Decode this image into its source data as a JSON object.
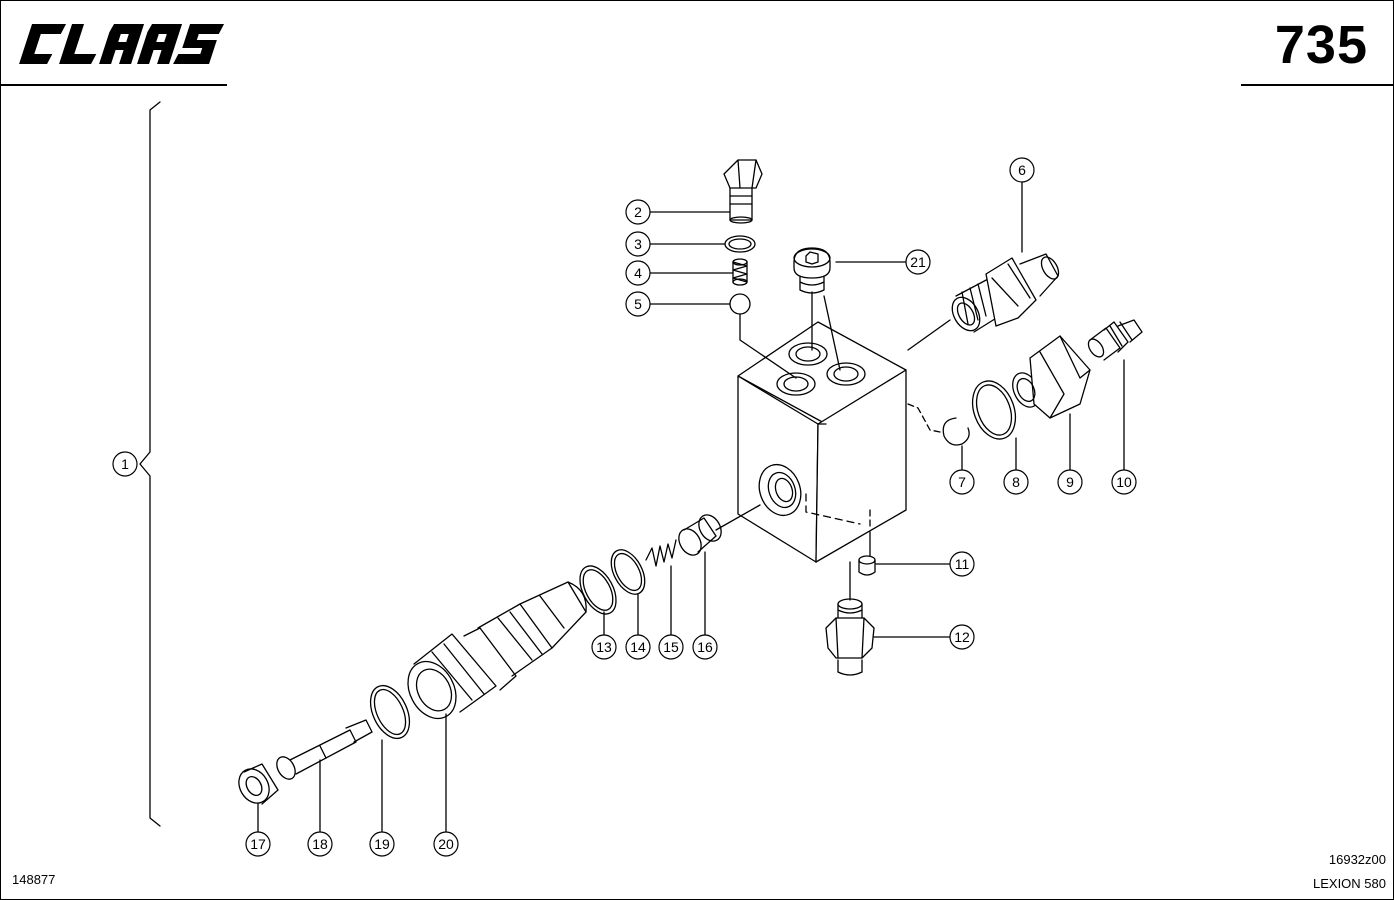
{
  "header": {
    "brand": "CLAAS",
    "page_number": "735"
  },
  "callouts": [
    {
      "label": "1"
    },
    {
      "label": "2"
    },
    {
      "label": "3"
    },
    {
      "label": "4"
    },
    {
      "label": "5"
    },
    {
      "label": "6"
    },
    {
      "label": "7"
    },
    {
      "label": "8"
    },
    {
      "label": "9"
    },
    {
      "label": "10"
    },
    {
      "label": "11"
    },
    {
      "label": "12"
    },
    {
      "label": "13"
    },
    {
      "label": "14"
    },
    {
      "label": "15"
    },
    {
      "label": "16"
    },
    {
      "label": "17"
    },
    {
      "label": "18"
    },
    {
      "label": "19"
    },
    {
      "label": "20"
    },
    {
      "label": "21"
    }
  ],
  "footer": {
    "document_number": "148877",
    "figure_code": "16932z00",
    "model": "LEXION 580"
  }
}
